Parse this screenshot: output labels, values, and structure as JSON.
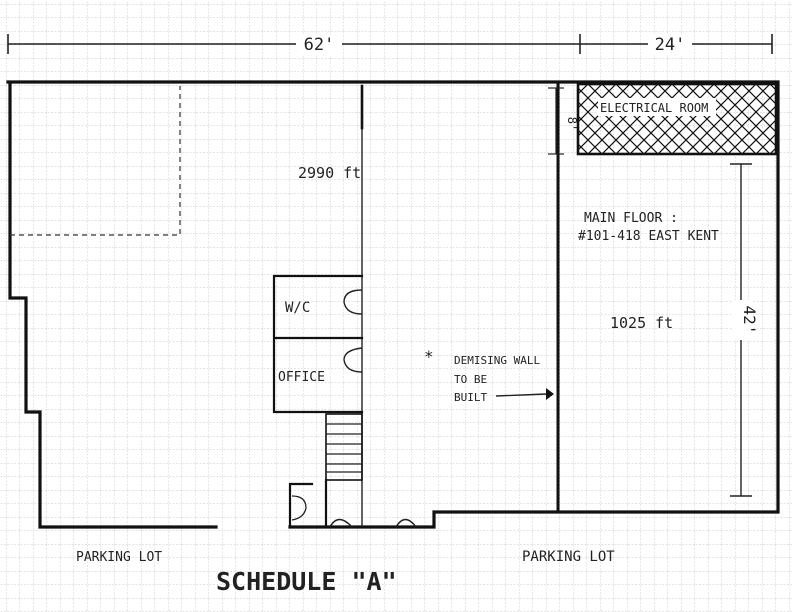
{
  "dimensions": {
    "left_width": "62'",
    "right_width": "24'",
    "height": "42'",
    "electrical_depth": "8'"
  },
  "rooms": {
    "electrical": "ELECTRICAL ROOM",
    "wc": "W/C",
    "office": "OFFICE"
  },
  "areas": {
    "left": "2990 ft",
    "right": "1025 ft"
  },
  "main_floor": {
    "line1": "MAIN FLOOR :",
    "line2": "#101-418 EAST KENT"
  },
  "demising_note": {
    "mark": "*",
    "line1": "DEMISING WALL",
    "line2": "TO BE",
    "line3": "BUILT"
  },
  "parking": {
    "left": "PARKING LOT",
    "right": "PARKING LOT"
  },
  "title": "SCHEDULE \"A\"",
  "colors": {
    "ink": "#111111",
    "grid": "#b8b8b8"
  }
}
